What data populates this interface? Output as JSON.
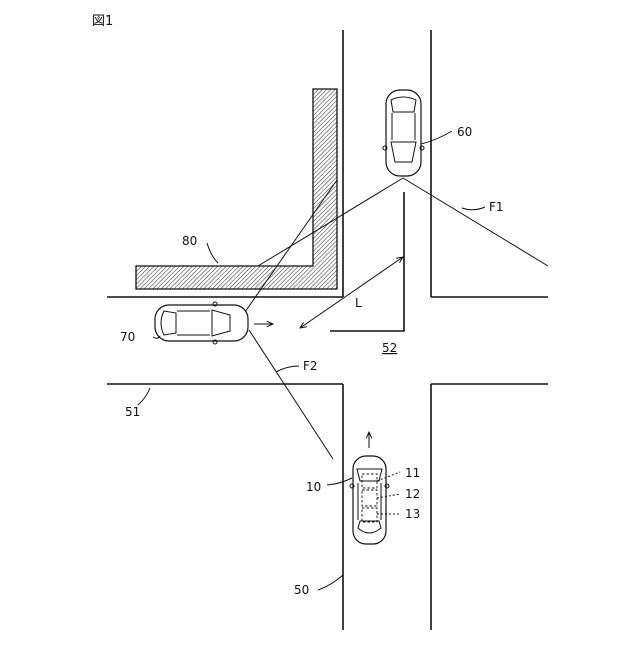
{
  "figure": {
    "label": "図1",
    "labels": {
      "sight_line_1": "F1",
      "sight_line_2": "F2",
      "distance": "L",
      "intersection": "52",
      "road_main": "50",
      "road_cross": "51",
      "wall": "80",
      "vehicle_left": "70",
      "vehicle_top": "60",
      "own_vehicle": "10",
      "device_1": "11",
      "device_2": "12",
      "device_3": "13"
    }
  }
}
